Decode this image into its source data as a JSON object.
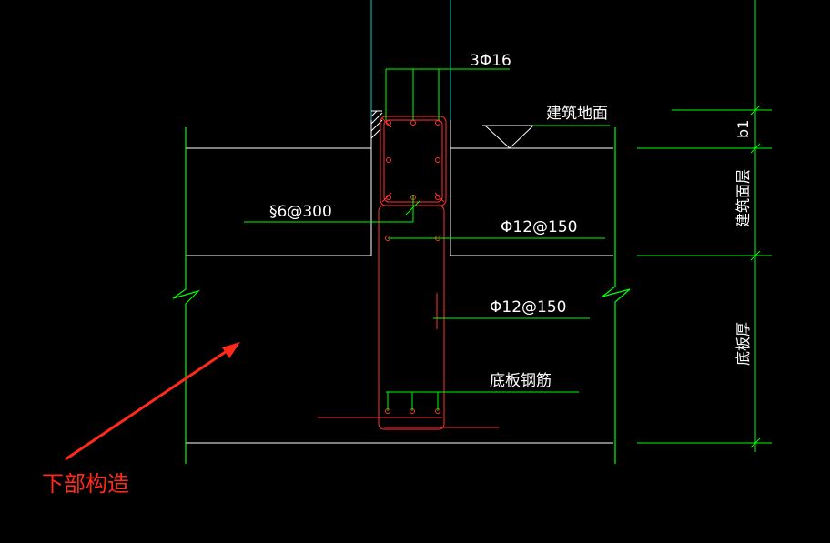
{
  "colors": {
    "background": "#000000",
    "outline": "#ffffff",
    "dimension": "#00ff00",
    "rebar": "#ff3333",
    "axis": "#00cccc",
    "annotation": "#ff2a1a"
  },
  "labels": {
    "top_bars": "3Φ16",
    "floor": "建筑地面",
    "stirrup": "§6@300",
    "bar1": "Φ12@150",
    "bar2": "Φ12@150",
    "slab_bars": "底板钢筋",
    "dim_b1": "b1",
    "dim_floor_layer": "建筑面层",
    "dim_slab_thickness": "底板厚",
    "annotation": "下部构造"
  }
}
